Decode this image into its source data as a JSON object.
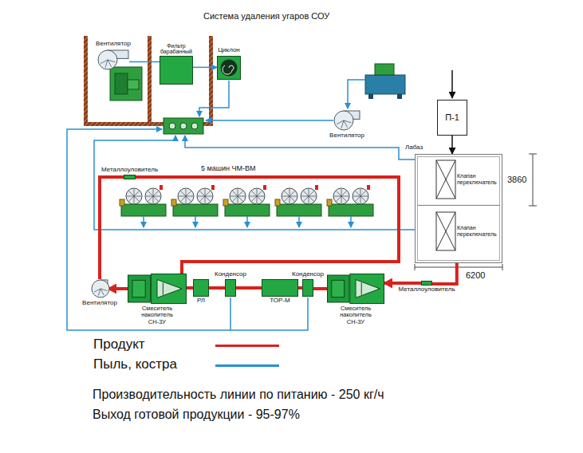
{
  "diagram": {
    "title": "Система удаления угаров СОУ",
    "nodes": [
      {
        "text": [
          "Вентилятор"
        ]
      },
      {
        "text": [
          "Фильтр барабанный"
        ]
      },
      {
        "text": [
          "Циклон"
        ]
      },
      {
        "text": [
          "Вентилятор"
        ]
      },
      {
        "text": [
          "П-1"
        ]
      },
      {
        "text": [
          "Лабаз"
        ]
      },
      {
        "text": [
          "Клапан переключатель"
        ],
        "in": 5
      },
      {
        "text": [
          "Клапан переключатель"
        ],
        "in": 5
      },
      {
        "text": [
          "Металлоуловитель"
        ]
      },
      {
        "text": [
          "Вентилятор"
        ]
      },
      {
        "text": [
          "Смеситель накопитель СН-3У"
        ]
      },
      {
        "text": [
          "РЛ"
        ]
      },
      {
        "text": [
          "Конденсор"
        ]
      },
      {
        "text": [
          "ТОР-М"
        ]
      },
      {
        "text": [
          "Конденсор"
        ]
      },
      {
        "text": [
          "Смеситель накопитель СН-3У"
        ]
      },
      {
        "text": [
          "Металлоуловитель"
        ]
      }
    ],
    "edges": [
      {
        "from": 4,
        "to": 5,
        "arrow": "to"
      },
      {
        "from": 5,
        "to": 16,
        "arrow": "none"
      },
      {
        "from": 16,
        "to": 15,
        "arrow": "to"
      },
      {
        "from": 15,
        "to": 14,
        "arrow": "none"
      },
      {
        "from": 14,
        "to": 13,
        "arrow": "none"
      },
      {
        "from": 13,
        "to": 12,
        "arrow": "none"
      },
      {
        "from": 12,
        "to": 11,
        "arrow": "none"
      },
      {
        "from": 11,
        "to": 10,
        "arrow": "none"
      },
      {
        "from": 10,
        "to": 9,
        "arrow": "to"
      },
      {
        "from": 9,
        "to": 8,
        "arrow": "none"
      },
      {
        "from": 8,
        "to": 10,
        "arrow": "none"
      },
      {
        "from": 0,
        "to": 1,
        "arrow": "none"
      },
      {
        "from": 1,
        "to": 2,
        "arrow": "to"
      }
    ],
    "labels": [
      "5 машин ЧМ-ВМ",
      "3860",
      "6200",
      "Производительность линии по питанию - 250 кг/ч",
      "Выход готовой продукции - 95-97%"
    ],
    "legend": [
      {
        "text": "Продукт",
        "color": "#d9221c"
      },
      {
        "text": "Пыль, костра",
        "color": "#2a8fd6"
      }
    ]
  }
}
